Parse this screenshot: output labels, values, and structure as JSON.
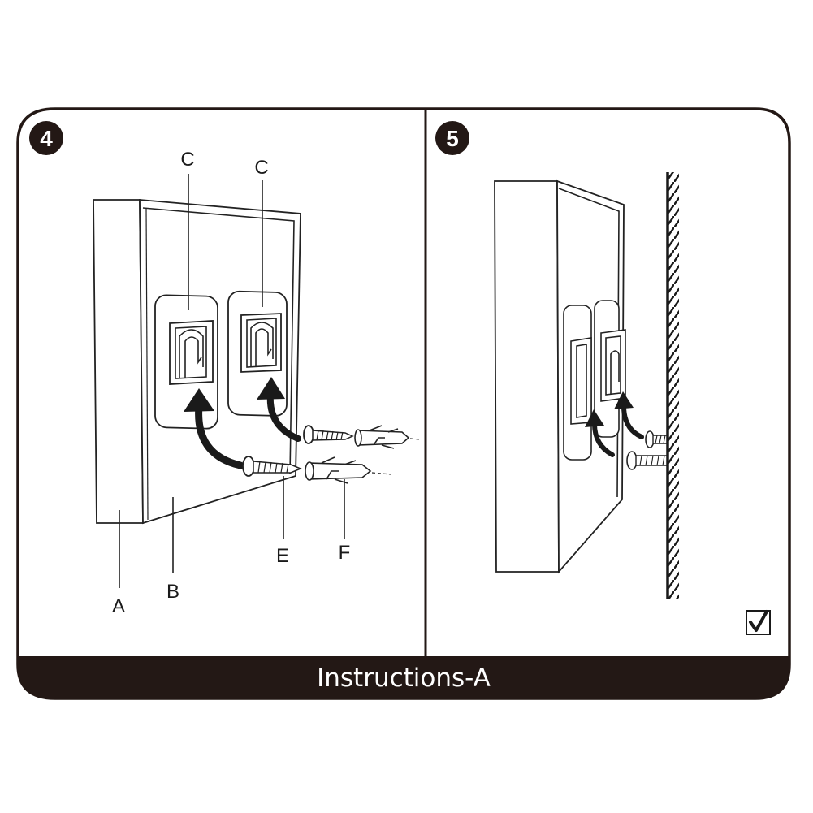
{
  "steps": [
    {
      "number": "4"
    },
    {
      "number": "5"
    }
  ],
  "labels": {
    "a": "A",
    "b": "B",
    "c_left": "C",
    "c_right": "C",
    "e": "E",
    "f": "F"
  },
  "banner": {
    "text": "Instructions-A"
  },
  "colors": {
    "frame": "#231815",
    "banner_bg": "#231815",
    "line": "#1a1a1a",
    "background": "#ffffff"
  },
  "icons": {
    "done": "checkmark-icon"
  }
}
